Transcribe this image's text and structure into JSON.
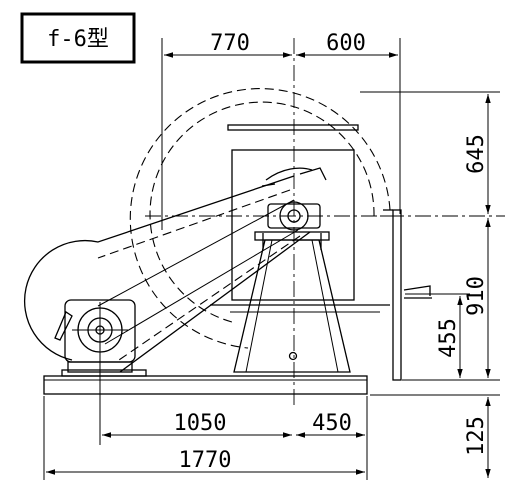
{
  "drawing_title": "f-6型",
  "dimensions": {
    "top_left": "770",
    "top_right": "600",
    "right_upper": "645",
    "right_lower": "910",
    "inner_height": "455",
    "base_height": "125",
    "bottom_left": "1050",
    "bottom_right": "450",
    "bottom_total": "1770"
  }
}
